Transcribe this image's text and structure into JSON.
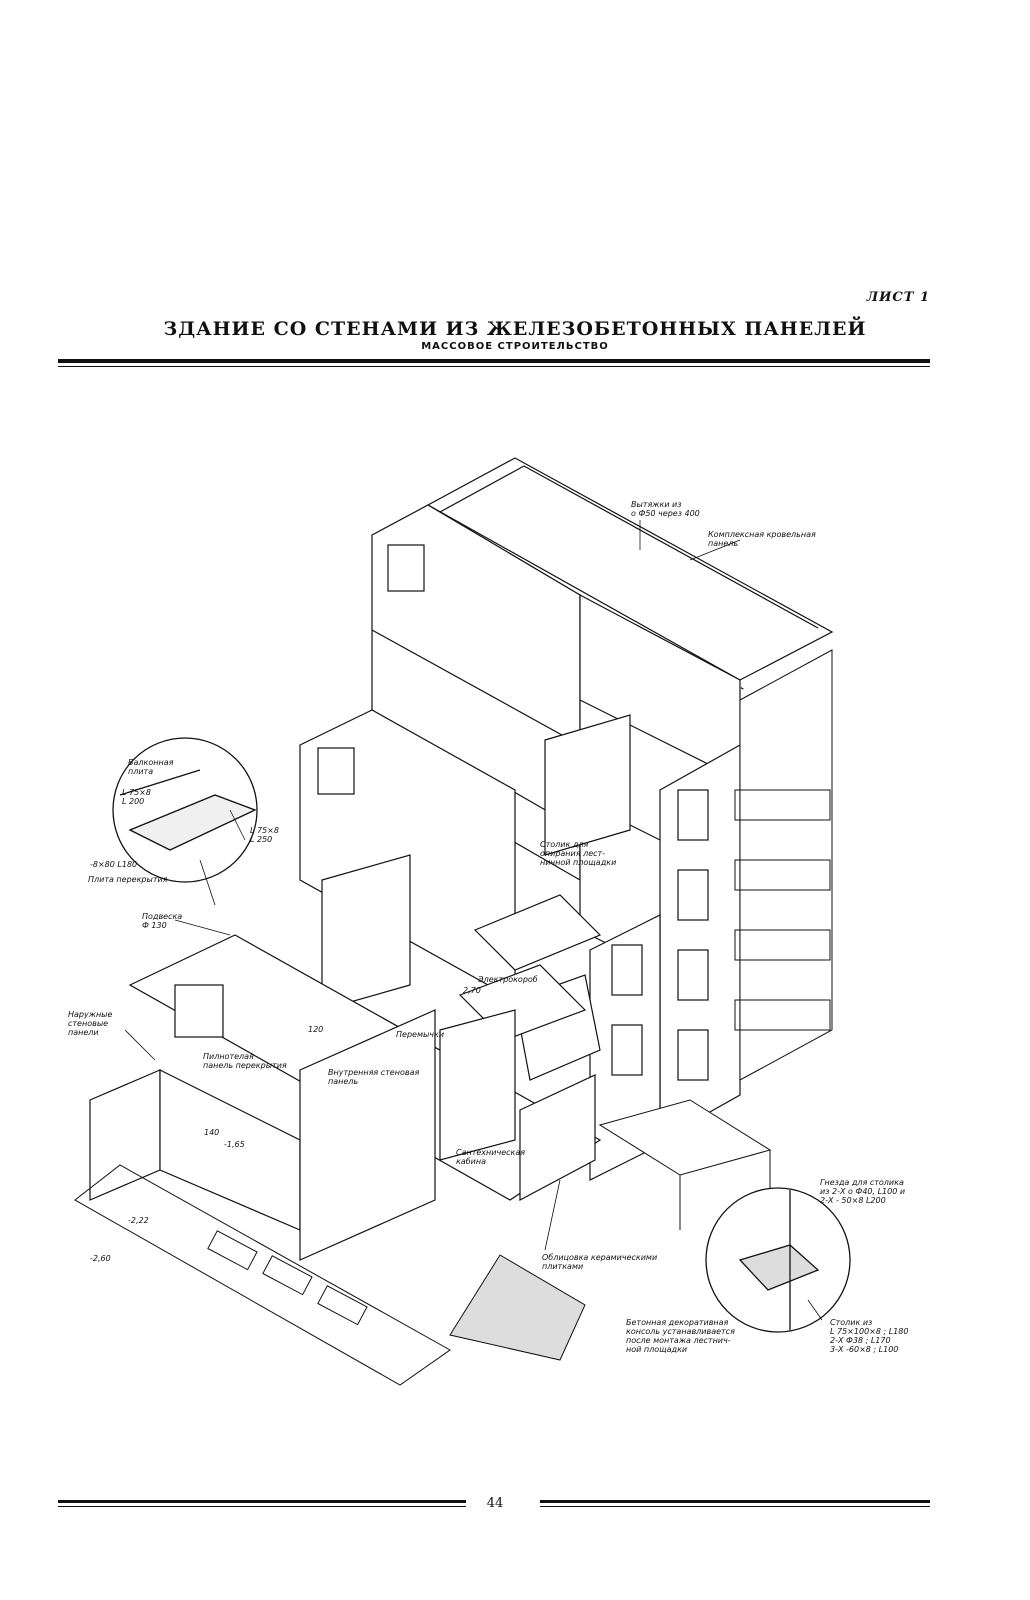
{
  "header": {
    "sheet_label": "ЛИСТ 1",
    "title": "ЗДАНИЕ СО СТЕНАМИ ИЗ ЖЕЛЕЗОБЕТОННЫХ ПАНЕЛЕЙ",
    "subtitle": "МАССОВОЕ СТРОИТЕЛЬСТВО"
  },
  "drawing": {
    "labels": {
      "vent": "Вытяжки из\nо Ф50 через 400",
      "roof_panel": "Комплексная кровельная\nпанель",
      "balcony_slab": "Балконная\nплита",
      "angle_1": "L 75×8\nL 200",
      "angle_2": "L 75×8\nL 250",
      "strip": "-8×80 L180",
      "floor_slab": "Плита перекрытия",
      "hanger": "Подвеска\nФ 130",
      "outer_wall": "Наружные\nстеновые\nпанели",
      "column": "Столик для\nопирания лест-\nничной площадки",
      "electro": "Электрокороб",
      "lintel": "Перемычки",
      "floor_panel": "Пилнотелая\nпанель перекрытия",
      "inner_wall": "Внутренняя стеновая\nпанель",
      "sanitary": "Сантехническая\nкабина",
      "tiles": "Облицовка керамическими\nплитками",
      "socket": "Гнезда для столика\nиз 2-Х о Ф40, L100 и\n2-Х - 50×8 L200",
      "console": "Бетонная декоративная\nконсоль устанавливается\nпосле монтажа лестнич-\nной площадки",
      "column_detail": "Столик из\nL 75×100×8 ; L180\n2-Х Ф38 ; L170\n3-Х -60×8 ; L100"
    },
    "levels": {
      "l1": "-1,65",
      "l2": "-2,22",
      "l3": "-2,60",
      "d1": "140",
      "d2": "120",
      "d3": "2,70"
    }
  },
  "footer": {
    "page_number": "44"
  }
}
